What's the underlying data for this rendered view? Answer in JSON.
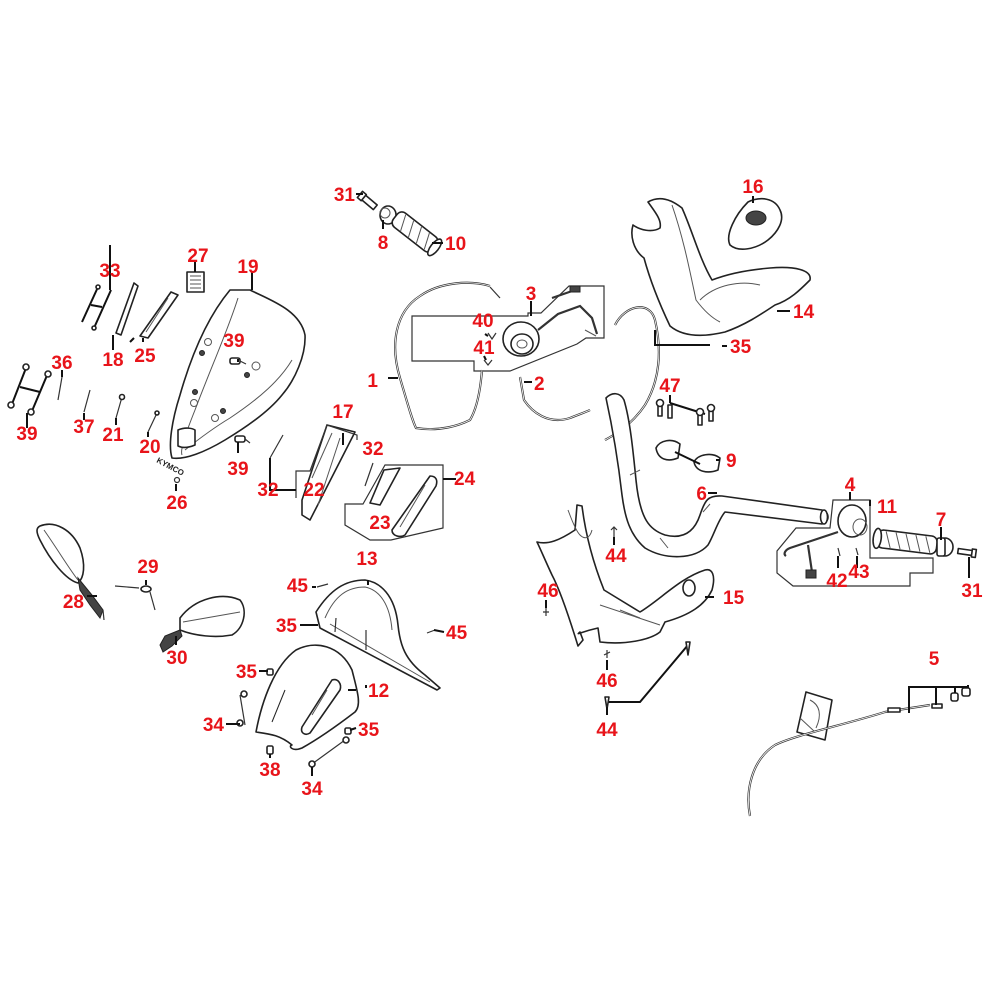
{
  "diagram": {
    "title": "Handlebar, handlebar covers, mirrors and front windshield exploded parts diagram",
    "callout_color": "#e8141a",
    "logo_text": "KYMCO",
    "callouts": [
      {
        "id": "c1",
        "label": "1",
        "part": "throttle-cable"
      },
      {
        "id": "c2",
        "label": "2",
        "part": "brake-cable"
      },
      {
        "id": "c3",
        "label": "3",
        "part": "right-switch-assembly"
      },
      {
        "id": "c4",
        "label": "4",
        "part": "left-switch-assembly"
      },
      {
        "id": "c5",
        "label": "5",
        "part": "seat-lock-cable-set"
      },
      {
        "id": "c6",
        "label": "6",
        "part": "handlebar"
      },
      {
        "id": "c7",
        "label": "7",
        "part": "handlebar-weight-left"
      },
      {
        "id": "c8",
        "label": "8",
        "part": "handlebar-weight-right"
      },
      {
        "id": "c9",
        "label": "9",
        "part": "handlebar-clamp"
      },
      {
        "id": "c10",
        "label": "10",
        "part": "throttle-grip"
      },
      {
        "id": "c11",
        "label": "11",
        "part": "left-grip"
      },
      {
        "id": "c12",
        "label": "12",
        "part": "front-handlebar-cover-lower"
      },
      {
        "id": "c13",
        "label": "13",
        "part": "front-handlebar-cover-upper"
      },
      {
        "id": "c14",
        "label": "14",
        "part": "rear-handlebar-cover"
      },
      {
        "id": "c15",
        "label": "15",
        "part": "inner-cover"
      },
      {
        "id": "c16",
        "label": "16",
        "part": "meter-cover"
      },
      {
        "id": "c17",
        "label": "17",
        "part": "left-turn-signal"
      },
      {
        "id": "c18",
        "label": "18",
        "part": "strip-a"
      },
      {
        "id": "c19",
        "label": "19",
        "part": "windshield"
      },
      {
        "id": "c20",
        "label": "20",
        "part": "screw-20"
      },
      {
        "id": "c21",
        "label": "21",
        "part": "screw-21"
      },
      {
        "id": "c22",
        "label": "22",
        "part": "lens-left"
      },
      {
        "id": "c23",
        "label": "23",
        "part": "lens-right"
      },
      {
        "id": "c24",
        "label": "24",
        "part": "right-turn-signal"
      },
      {
        "id": "c25",
        "label": "25",
        "part": "strip-b"
      },
      {
        "id": "c26",
        "label": "26",
        "part": "emblem"
      },
      {
        "id": "c27",
        "label": "27",
        "part": "label"
      },
      {
        "id": "c28",
        "label": "28",
        "part": "left-mirror"
      },
      {
        "id": "c29",
        "label": "29",
        "part": "mirror-nut-set"
      },
      {
        "id": "c30",
        "label": "30",
        "part": "right-mirror"
      },
      {
        "id": "c31a",
        "label": "31",
        "part": "bolt-right-end"
      },
      {
        "id": "c31b",
        "label": "31",
        "part": "bolt-left-end"
      },
      {
        "id": "c32a",
        "label": "32",
        "part": "screw-signal-left"
      },
      {
        "id": "c32b",
        "label": "32",
        "part": "screw-signal-right"
      },
      {
        "id": "c33",
        "label": "33",
        "part": "screw-set-33"
      },
      {
        "id": "c34a",
        "label": "34",
        "part": "bolt-34-left"
      },
      {
        "id": "c34b",
        "label": "34",
        "part": "bolt-34-bottom"
      },
      {
        "id": "c35a",
        "label": "35",
        "part": "clip-rear-cover"
      },
      {
        "id": "c35b",
        "label": "35",
        "part": "clip-upper-cover"
      },
      {
        "id": "c35c",
        "label": "35",
        "part": "clip-lower-cover-left"
      },
      {
        "id": "c35d",
        "label": "35",
        "part": "clip-lower-cover-right"
      },
      {
        "id": "c36",
        "label": "36",
        "part": "screw-36"
      },
      {
        "id": "c37",
        "label": "37",
        "part": "screw-37"
      },
      {
        "id": "c38",
        "label": "38",
        "part": "collar-38"
      },
      {
        "id": "c39a",
        "label": "39",
        "part": "bolt-set-39-left"
      },
      {
        "id": "c39b",
        "label": "39",
        "part": "bolt-39-windshield-top"
      },
      {
        "id": "c39c",
        "label": "39",
        "part": "bolt-39-windshield-bottom"
      },
      {
        "id": "c40",
        "label": "40",
        "part": "screw-40"
      },
      {
        "id": "c41",
        "label": "41",
        "part": "screw-41"
      },
      {
        "id": "c42",
        "label": "42",
        "part": "screw-42"
      },
      {
        "id": "c43",
        "label": "43",
        "part": "screw-43"
      },
      {
        "id": "c44a",
        "label": "44",
        "part": "clip-44-top"
      },
      {
        "id": "c44b",
        "label": "44",
        "part": "clip-44-bottom"
      },
      {
        "id": "c45a",
        "label": "45",
        "part": "screw-45-left"
      },
      {
        "id": "c45b",
        "label": "45",
        "part": "screw-45-right"
      },
      {
        "id": "c46a",
        "label": "46",
        "part": "clip-46-left"
      },
      {
        "id": "c46b",
        "label": "46",
        "part": "clip-46-bottom"
      },
      {
        "id": "c47",
        "label": "47",
        "part": "clamp-bolt-set"
      }
    ]
  }
}
